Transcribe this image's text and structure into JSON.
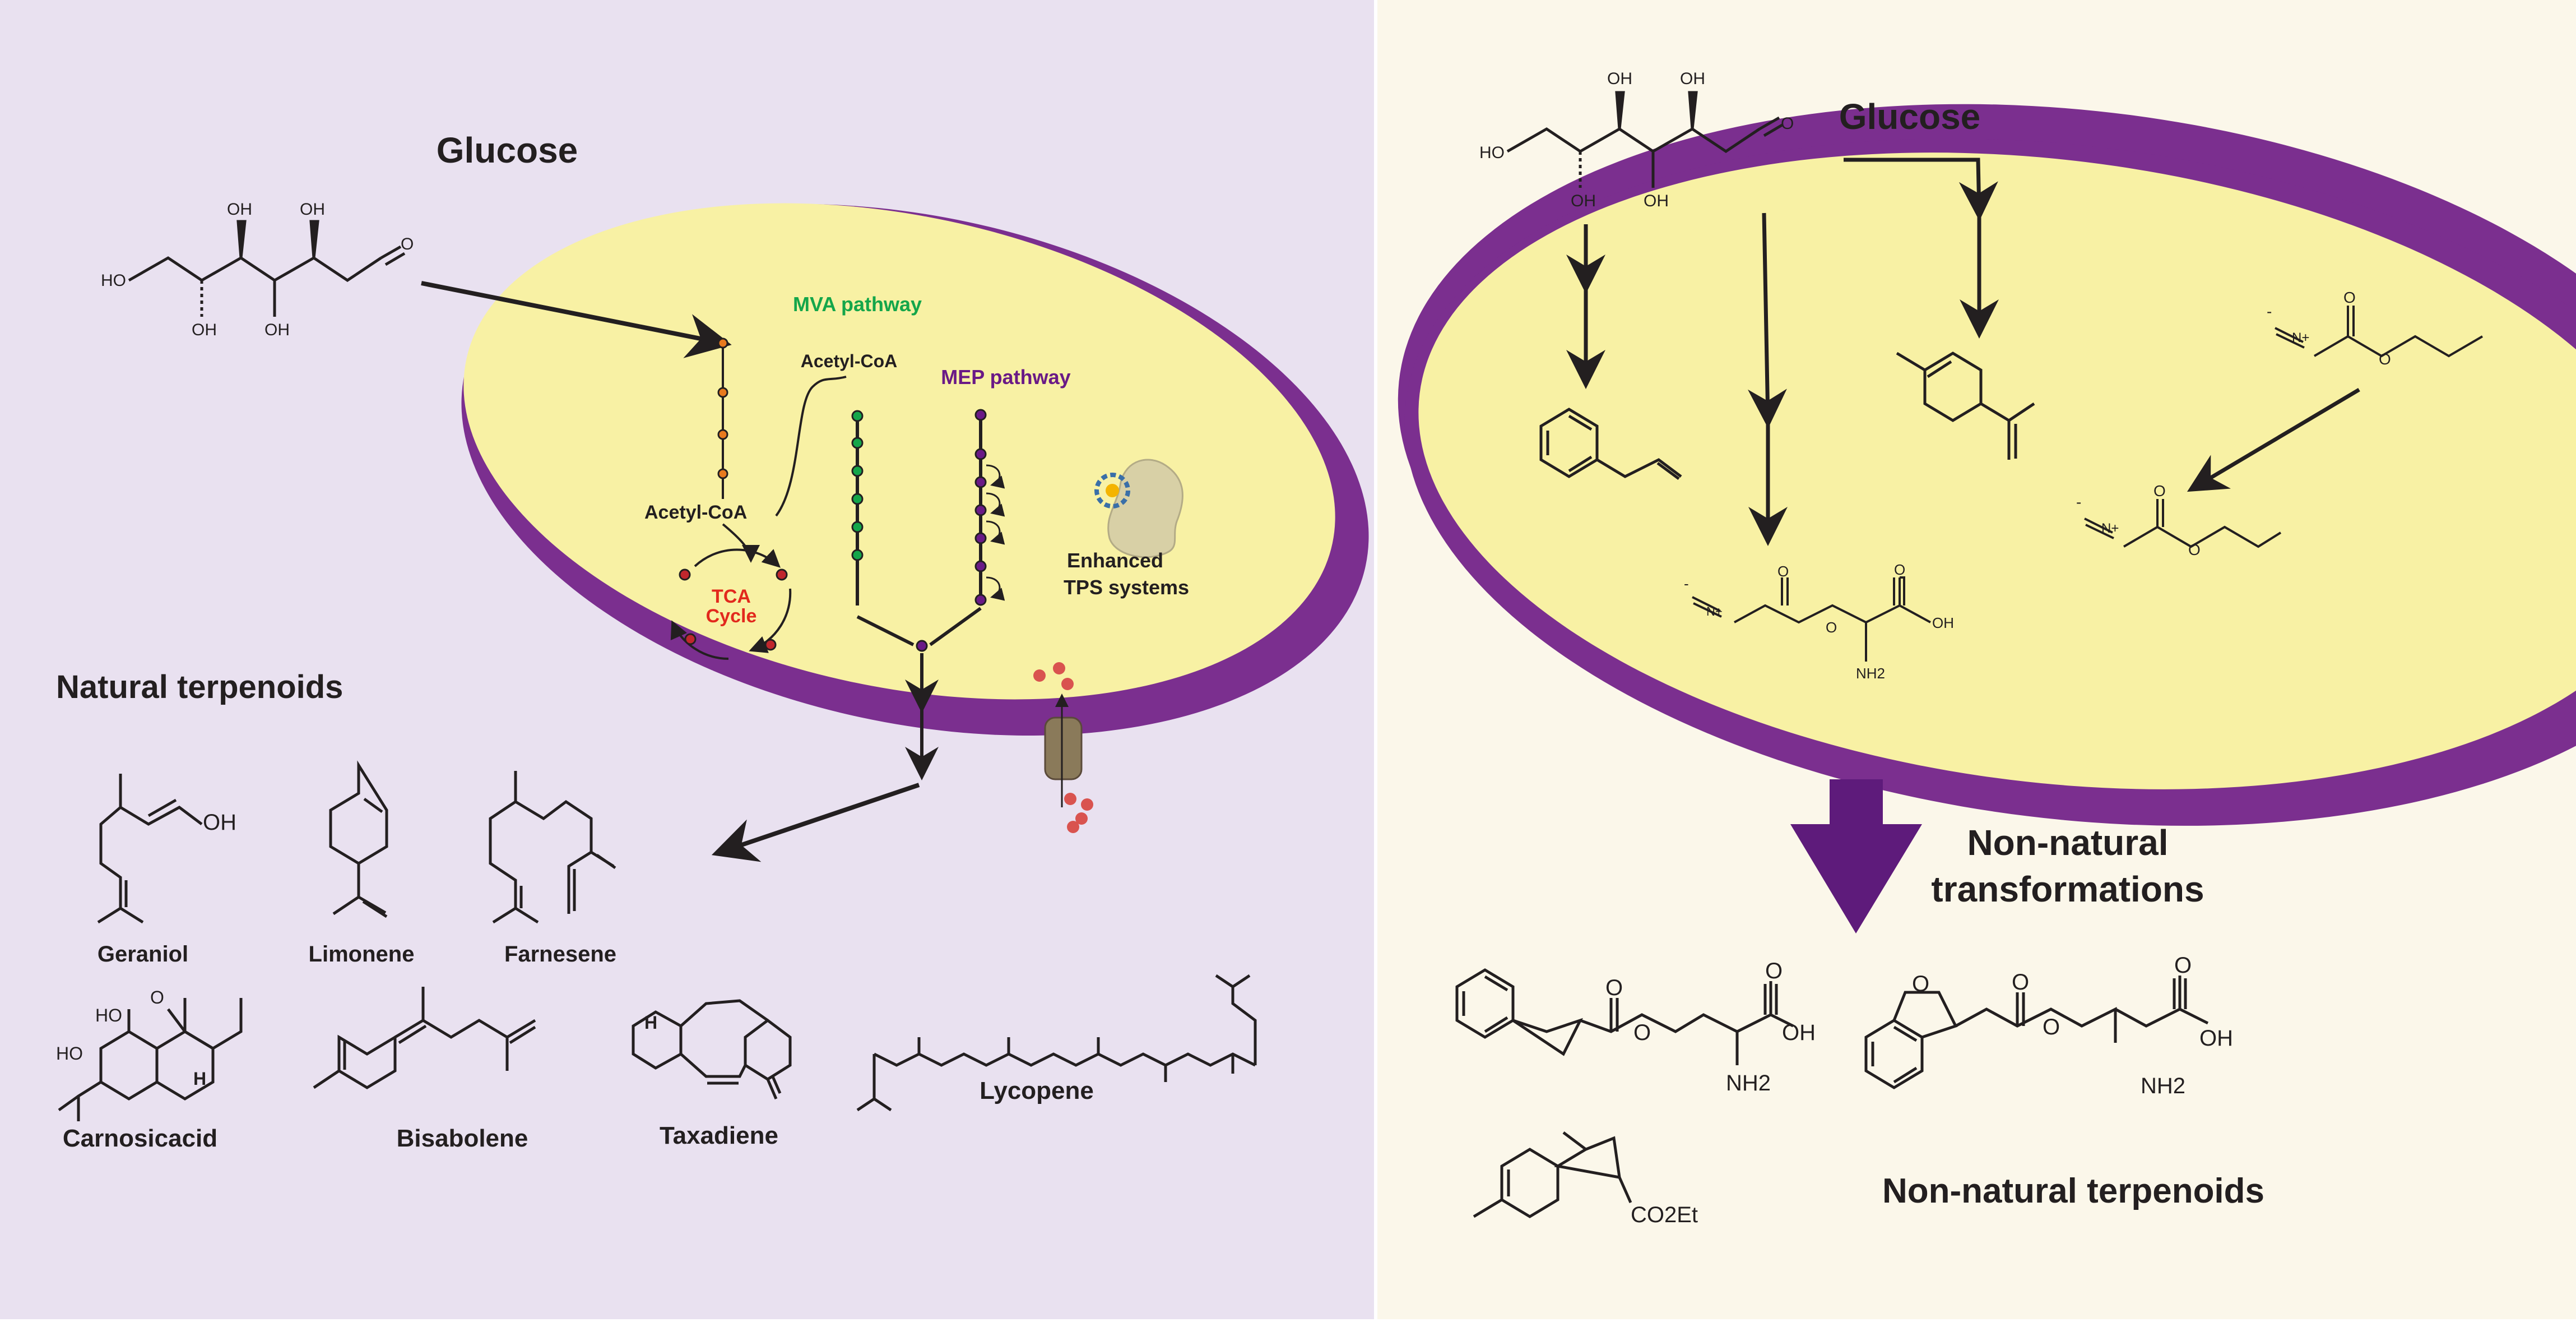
{
  "colors": {
    "left_bg": "#e9e1f0",
    "right_bg": "#fbf7ea",
    "cell_fill": "#f8f1a4",
    "membrane": "#7b2f8f",
    "mva_green": "#14a64a",
    "mep_purple": "#6a1a86",
    "tca_red": "#e2291d",
    "ink": "#231f20"
  },
  "left_panel": {
    "glucose_label": "Glucose",
    "mva_pathway": "MVA pathway",
    "mep_pathway": "MEP pathway",
    "acetyl_coa_top": "Acetyl-CoA",
    "acetyl_coa_left": "Acetyl-CoA",
    "tca_line1": "TCA",
    "tca_line2": "Cycle",
    "tps_line1": "Enhanced",
    "tps_line2": "TPS systems",
    "natural_terpenoids": "Natural terpenoids",
    "terpenoids": {
      "geraniol": "Geraniol",
      "limonene": "Limonene",
      "farnesene": "Farnesene",
      "carnosic_acid": "Carnosicacid",
      "bisabolene": "Bisabolene",
      "taxadiene": "Taxadiene",
      "lycopene": "Lycopene"
    }
  },
  "right_panel": {
    "glucose_label": "Glucose",
    "non_natural_line1": "Non-natural",
    "non_natural_line2": "transformations",
    "non_natural_terpenoids": "Non-natural terpenoids"
  },
  "atom_labels": {
    "oh": "OH",
    "ho": "HO",
    "o": "O",
    "h": "H",
    "nh2": "NH2",
    "co2et": "CO2Et",
    "n": "N",
    "n_plus": "N+",
    "n_minus": "-",
    "hooc": "HO",
    "carbonyl_o": "O"
  }
}
